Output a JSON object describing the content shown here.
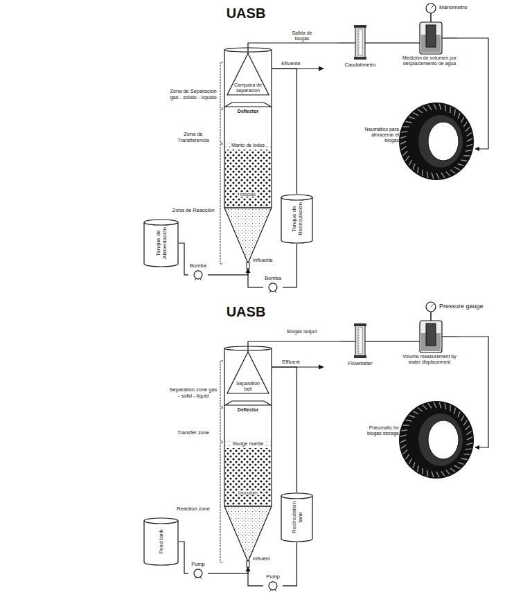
{
  "diagram": {
    "nodes": [
      {
        "text": [
          "Tanque de Alimentación"
        ]
      },
      {
        "text": [
          "Bomba"
        ]
      },
      {
        "text": [
          "Influente"
        ]
      },
      {
        "text": [
          "Campana de separación"
        ],
        "in": 2
      },
      {
        "text": [
          "Deflector"
        ],
        "in": 2
      },
      {
        "text": [
          "Manto de lodos"
        ],
        "in": 2
      },
      {
        "text": [
          "Inóculo"
        ],
        "in": 2
      },
      {
        "text": [
          "Tanque de Recirculación"
        ]
      },
      {
        "text": [
          "Bomba"
        ]
      },
      {
        "text": [
          "Caudalímetro"
        ]
      },
      {
        "text": [
          "Medición de volumen por desplazamiento de agua"
        ]
      },
      {
        "text": [
          "Neumático para almacenar el biogás"
        ]
      },
      {
        "text": [
          "Feed tank"
        ]
      },
      {
        "text": [
          "Pump"
        ]
      },
      {
        "text": [
          "Influent"
        ]
      },
      {
        "text": [
          "Separation bell"
        ],
        "in": 14
      },
      {
        "text": [
          "Deflector"
        ],
        "in": 14
      },
      {
        "text": [
          "Sludge mantle"
        ],
        "in": 14
      },
      {
        "text": [
          "Inoculum"
        ],
        "in": 14
      },
      {
        "text": [
          "Recirculation tank"
        ]
      },
      {
        "text": [
          "Pump"
        ]
      },
      {
        "text": [
          "Flowmeter"
        ]
      },
      {
        "text": [
          "Volume measurement by water displacement"
        ]
      },
      {
        "text": [
          "Pneumatic for biogas storage"
        ]
      }
    ],
    "edges": [
      {
        "from": 0,
        "to": 1,
        "arrow": "none"
      },
      {
        "from": 1,
        "to": 2,
        "arrow": "to"
      },
      {
        "from": 2,
        "to": 7,
        "arrow": "none"
      },
      {
        "from": 7,
        "to": 8,
        "arrow": "none"
      },
      {
        "from": 8,
        "to": 2,
        "arrow": "to"
      },
      {
        "from": 2,
        "to": 9,
        "arrow": "none"
      },
      {
        "from": 9,
        "to": 10,
        "arrow": "none"
      },
      {
        "from": 10,
        "to": 11,
        "arrow": "to"
      },
      {
        "from": 12,
        "to": 13,
        "arrow": "none"
      },
      {
        "from": 13,
        "to": 14,
        "arrow": "to"
      },
      {
        "from": 14,
        "to": 19,
        "arrow": "none"
      },
      {
        "from": 19,
        "to": 20,
        "arrow": "none"
      },
      {
        "from": 20,
        "to": 14,
        "arrow": "to"
      },
      {
        "from": 14,
        "to": 21,
        "arrow": "none"
      },
      {
        "from": 21,
        "to": 22,
        "arrow": "none"
      },
      {
        "from": 22,
        "to": 23,
        "arrow": "to"
      }
    ],
    "labels": [
      "UASB",
      "Salida de biogás",
      "Efluente",
      "Zona de Separación gas - sólido - líquido",
      "Zona de Transferencia",
      "Zona de Reacción",
      "Manómetro",
      "UASB",
      "Biogas output",
      "Effluent",
      "Separation zone gas - solid - liquid",
      "Transfer zone",
      "Reaction zone",
      "Pressure gauge"
    ]
  }
}
